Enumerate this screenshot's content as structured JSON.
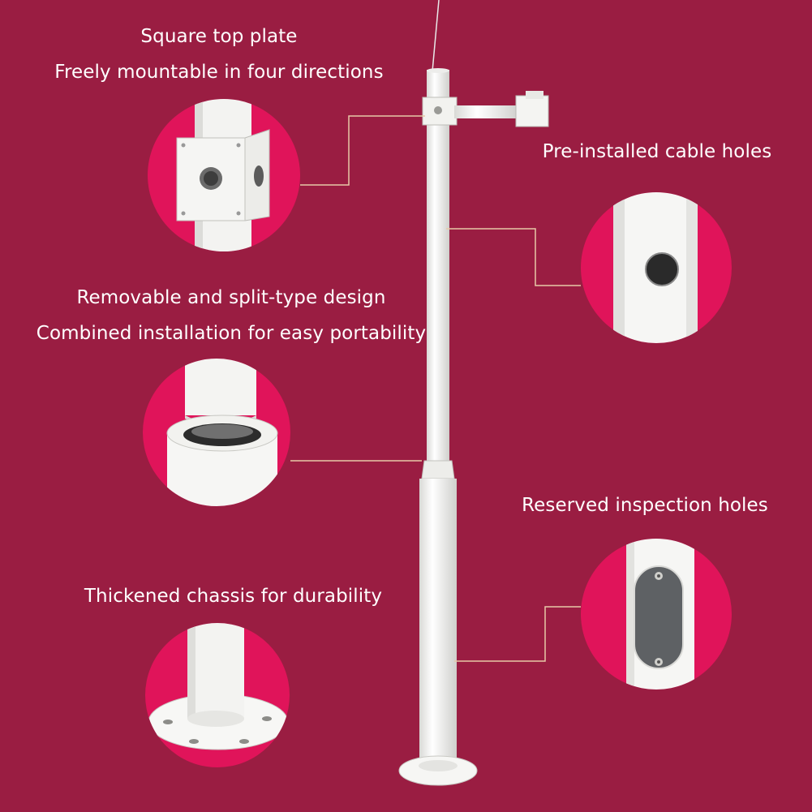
{
  "colors": {
    "background": "#9a1d42",
    "circle": "#e0145a",
    "pole": "#f4f4f2",
    "leader_line": "#e8c9a8",
    "text": "#ffffff"
  },
  "features": {
    "top_plate": {
      "line1": "Square top plate",
      "line2": "Freely mountable in four directions"
    },
    "cable_holes": {
      "line1": "Pre-installed cable holes"
    },
    "split_design": {
      "line1": "Removable and split-type design",
      "line2": "Combined installation for easy portability"
    },
    "inspection_holes": {
      "line1": "Reserved inspection holes"
    },
    "chassis": {
      "line1": "Thickened chassis for durability"
    }
  },
  "icons": {
    "top_plate": "square-plate-icon",
    "cable_hole": "cable-hole-icon",
    "split_joint": "split-joint-icon",
    "inspection": "inspection-hole-icon",
    "chassis": "base-flange-icon"
  }
}
